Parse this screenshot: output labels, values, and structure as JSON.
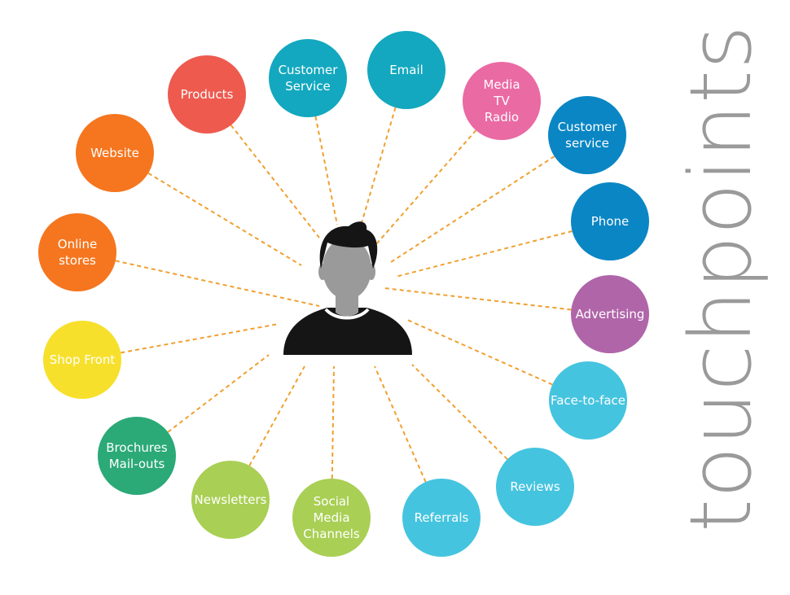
{
  "title": "touchpoints",
  "person_icon": "person-silhouette-icon",
  "connector_color": "#f0a030",
  "touchpoints": [
    {
      "label": "Customer Service",
      "color": "#13a8bf"
    },
    {
      "label": "Email",
      "color": "#13a8bf"
    },
    {
      "label": "Media TV Radio",
      "color": "#ea6aa4"
    },
    {
      "label": "Customer service",
      "color": "#0a86c4"
    },
    {
      "label": "Phone",
      "color": "#0a86c4"
    },
    {
      "label": "Advertising",
      "color": "#b065a9"
    },
    {
      "label": "Face-to-face",
      "color": "#45c4df"
    },
    {
      "label": "Reviews",
      "color": "#45c4df"
    },
    {
      "label": "Referrals",
      "color": "#45c4df"
    },
    {
      "label": "Social Media Channels",
      "color": "#a9cf54"
    },
    {
      "label": "Newsletters",
      "color": "#a9cf54"
    },
    {
      "label": "Brochures Mail-outs",
      "color": "#2ba977"
    },
    {
      "label": "Shop Front",
      "color": "#f7e02c"
    },
    {
      "label": "Online stores",
      "color": "#f5761f"
    },
    {
      "label": "Website",
      "color": "#f5761f"
    },
    {
      "label": "Products",
      "color": "#ee5a4e"
    }
  ]
}
